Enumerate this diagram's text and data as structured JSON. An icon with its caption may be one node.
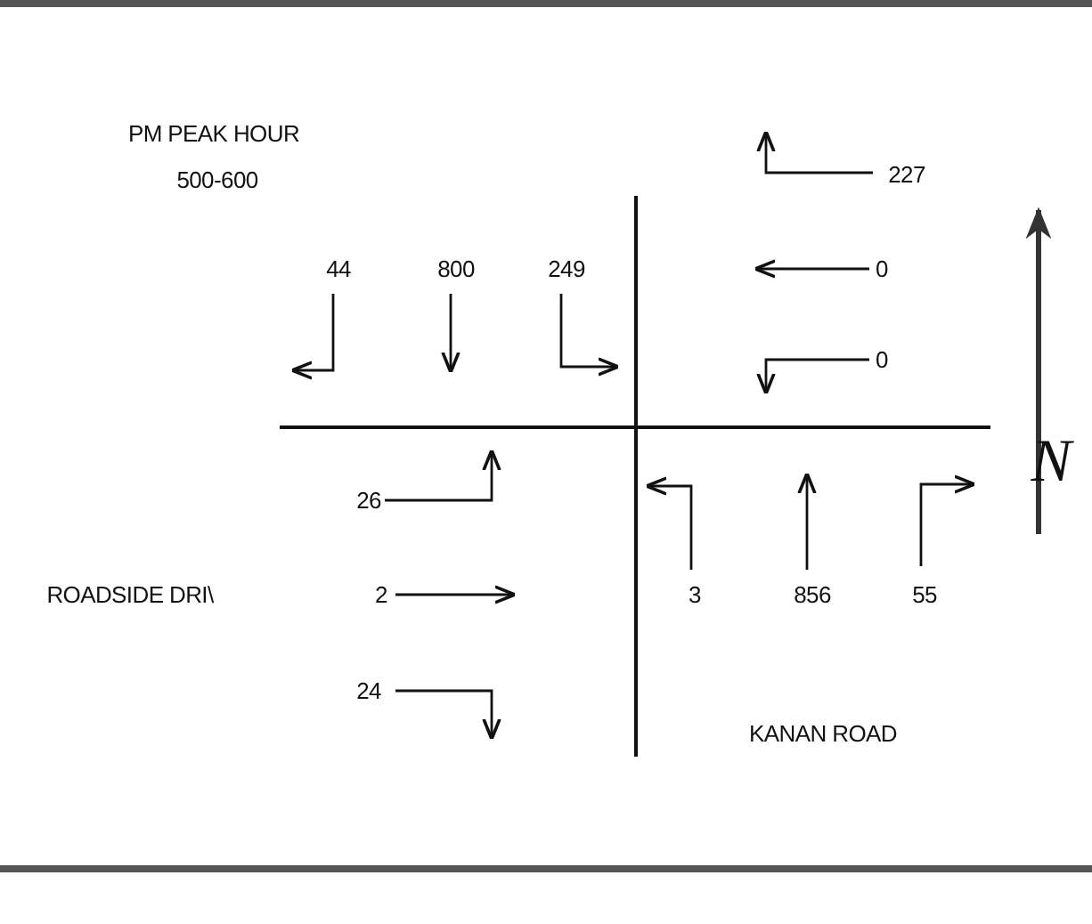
{
  "diagram": {
    "labels": [
      "PM PEAK HOUR",
      "500-600",
      "227",
      "44",
      "800",
      "249",
      "0",
      "0",
      "N",
      "26",
      "ROADSIDE DRI\\",
      "2",
      "3",
      "856",
      "55",
      "24",
      "KANAN ROAD"
    ]
  }
}
